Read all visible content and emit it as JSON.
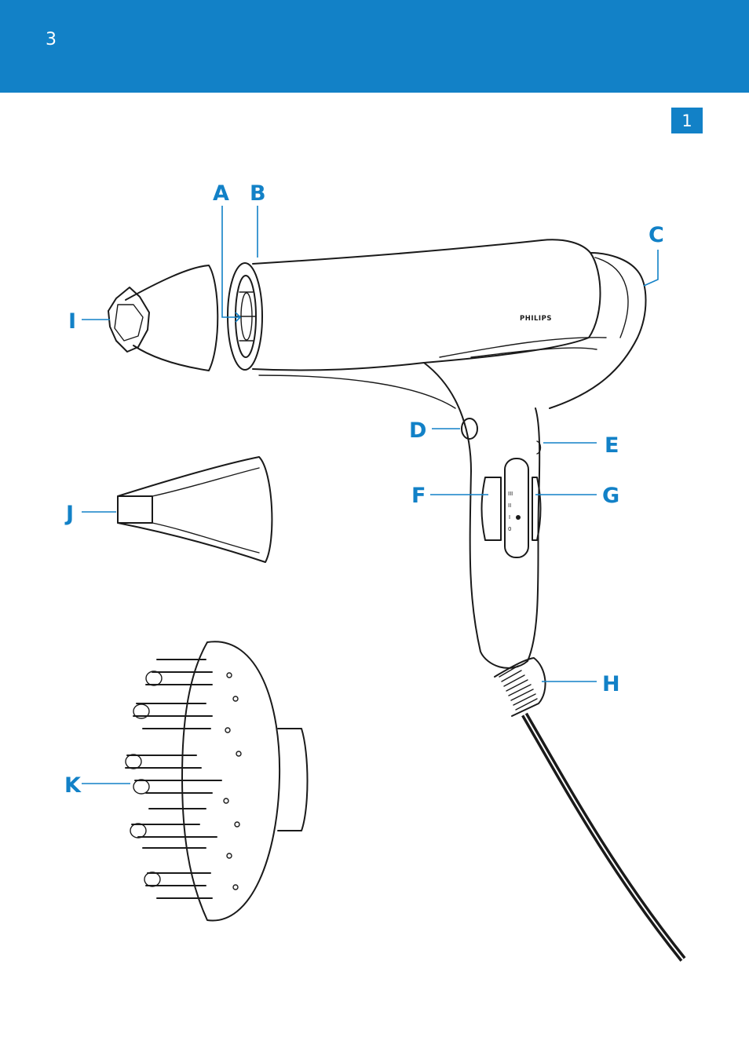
{
  "header": {
    "page_number": "3",
    "figure_number": "1"
  },
  "colors": {
    "accent": "#1281c7",
    "ink": "#1a1a1a"
  },
  "diagram": {
    "brand_text": "PHILIPS",
    "switch_left_marks": [
      "III",
      "II",
      "I",
      "0"
    ],
    "labels": {
      "A": "A",
      "B": "B",
      "C": "C",
      "D": "D",
      "E": "E",
      "F": "F",
      "G": "G",
      "H": "H",
      "I": "I",
      "J": "J",
      "K": "K"
    }
  }
}
